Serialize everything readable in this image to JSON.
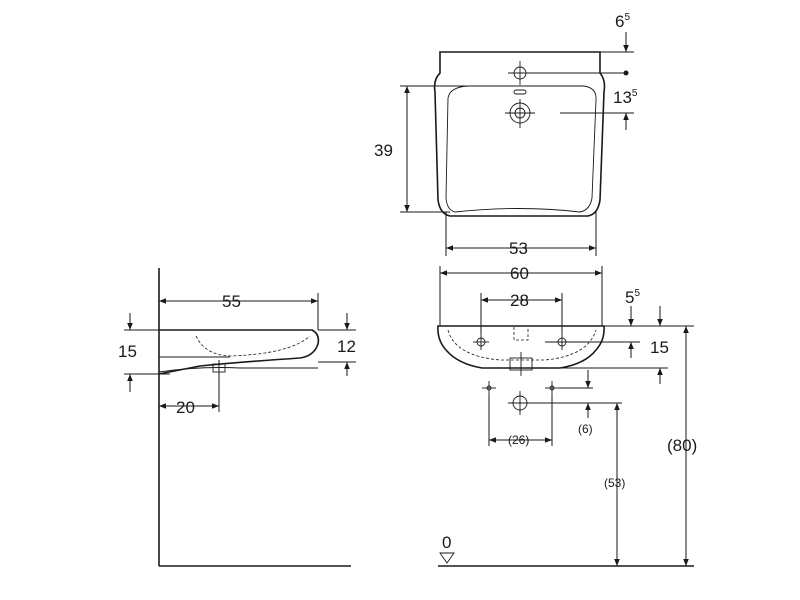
{
  "dimensions": {
    "top_offset_whole": "6",
    "top_offset_frac": "5",
    "tap_offset_whole": "13",
    "tap_offset_frac": "5",
    "top_depth": "39",
    "top_inner_width": "53",
    "front_width": "60",
    "hole_spacing": "28",
    "rim_height_whole": "5",
    "rim_height_frac": "5",
    "front_height": "15",
    "side_depth": "55",
    "side_height": "15",
    "side_rim": "12",
    "side_waste_offset": "20",
    "trap_spacing": "(26)",
    "trap_drop": "(6)",
    "waste_height": "(53)",
    "total_height": "(80)",
    "floor_level": "0"
  }
}
